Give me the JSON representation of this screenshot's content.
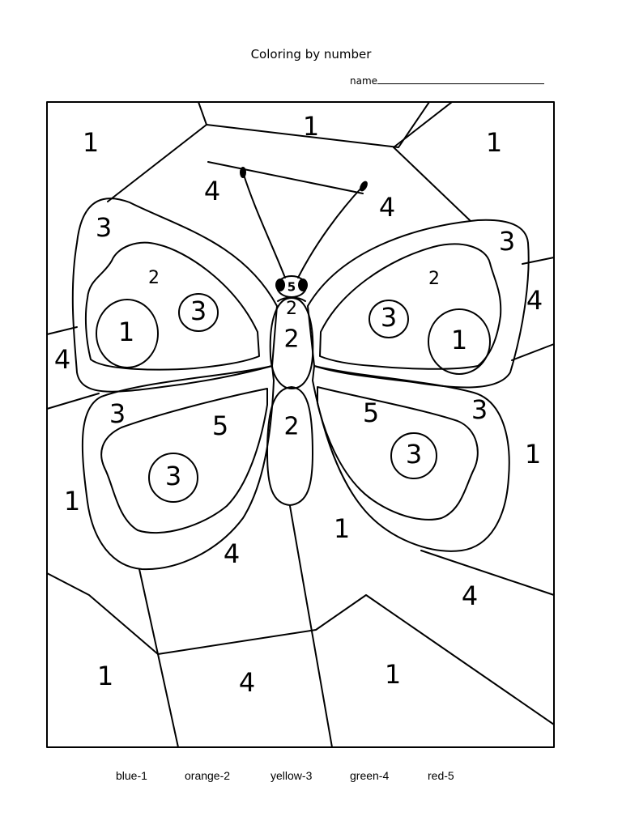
{
  "header": {
    "title": "Coloring by number",
    "name_label": "name"
  },
  "regions": {
    "bg_tl": "1",
    "bg_tc": "1",
    "bg_tr": "1",
    "bg_upper_left": "4",
    "bg_upper_right": "4",
    "bg_left": "4",
    "bg_right": "4",
    "bg_lower_left": "1",
    "bg_lower_right": "1",
    "bg_bottom_center_upper": "1",
    "bg_bottom_center_left4": "4",
    "bg_bottom_right4": "4",
    "bg_bottom_left": "1",
    "bg_bottom_mid": "4",
    "bg_bottom_right": "1",
    "upper_left_wing_outer": "3",
    "upper_left_wing_inner": "2",
    "upper_left_spot_large": "1",
    "upper_left_spot_small": "3",
    "upper_right_wing_outer": "3",
    "upper_right_wing_inner": "2",
    "upper_right_spot_large": "1",
    "upper_right_spot_small": "3",
    "lower_left_wing_outer": "3",
    "lower_left_wing_inner": "5",
    "lower_left_spot": "3",
    "lower_right_wing_outer": "3",
    "lower_right_wing_inner": "5",
    "lower_right_spot": "3",
    "head": "5",
    "neck": "2",
    "thorax": "2",
    "abdomen": "2"
  },
  "legend": [
    {
      "label": "blue-1"
    },
    {
      "label": "orange-2"
    },
    {
      "label": "yellow-3"
    },
    {
      "label": "green-4"
    },
    {
      "label": "red-5"
    }
  ]
}
